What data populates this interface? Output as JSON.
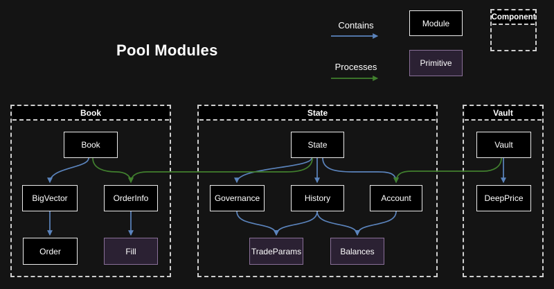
{
  "title": "Pool Modules",
  "legend": {
    "contains": "Contains",
    "processes": "Processes",
    "module": "Module",
    "primitive": "Primitive",
    "component": "Component"
  },
  "containers": {
    "book": "Book",
    "state": "State",
    "vault": "Vault"
  },
  "nodes": {
    "book": "Book",
    "bigvector": "BigVector",
    "orderinfo": "OrderInfo",
    "order": "Order",
    "fill": "Fill",
    "state": "State",
    "governance": "Governance",
    "history": "History",
    "account": "Account",
    "tradeparams": "TradeParams",
    "balances": "Balances",
    "vault": "Vault",
    "deepprice": "DeepPrice"
  },
  "edges": {
    "contains": [
      {
        "from": "Book",
        "to": "BigVector"
      },
      {
        "from": "BigVector",
        "to": "Order"
      },
      {
        "from": "OrderInfo",
        "to": "Fill"
      },
      {
        "from": "State",
        "to": "Governance"
      },
      {
        "from": "State",
        "to": "History"
      },
      {
        "from": "State",
        "to": "Account"
      },
      {
        "from": "Governance",
        "to": "TradeParams"
      },
      {
        "from": "History",
        "to": "TradeParams"
      },
      {
        "from": "History",
        "to": "Balances"
      },
      {
        "from": "Account",
        "to": "Balances"
      },
      {
        "from": "Vault",
        "to": "DeepPrice"
      }
    ],
    "processes": [
      {
        "from": "Book",
        "to": "OrderInfo"
      },
      {
        "from": "State",
        "to": "OrderInfo"
      },
      {
        "from": "Vault",
        "to": "Account"
      }
    ]
  },
  "colors": {
    "background": "#141414",
    "box_fill": "#000000",
    "box_border": "#ececec",
    "primitive_fill": "#2b2133",
    "primitive_border": "#8a7099",
    "dashed_border": "#cfcfcf",
    "contains_blue": "#5b84bd",
    "processes_green": "#41802e",
    "text": "#ffffff"
  }
}
